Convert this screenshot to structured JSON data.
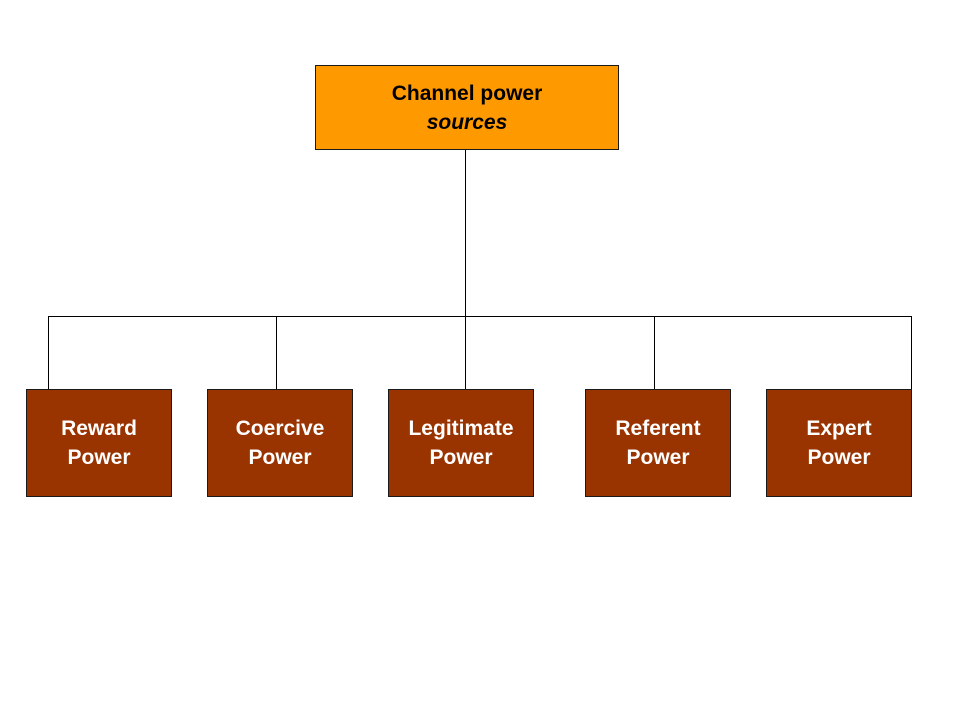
{
  "root": {
    "line1": "Channel power",
    "line2": "sources"
  },
  "children": [
    {
      "line1": "Reward",
      "line2": "Power"
    },
    {
      "line1": "Coercive",
      "line2": "Power"
    },
    {
      "line1": "Legitimate",
      "line2": "Power"
    },
    {
      "line1": "Referent",
      "line2": "Power"
    },
    {
      "line1": "Expert",
      "line2": "Power"
    }
  ],
  "colors": {
    "root_fill": "#ff9900",
    "child_fill": "#993300",
    "child_text": "#ffffff",
    "connector": "#000000"
  }
}
